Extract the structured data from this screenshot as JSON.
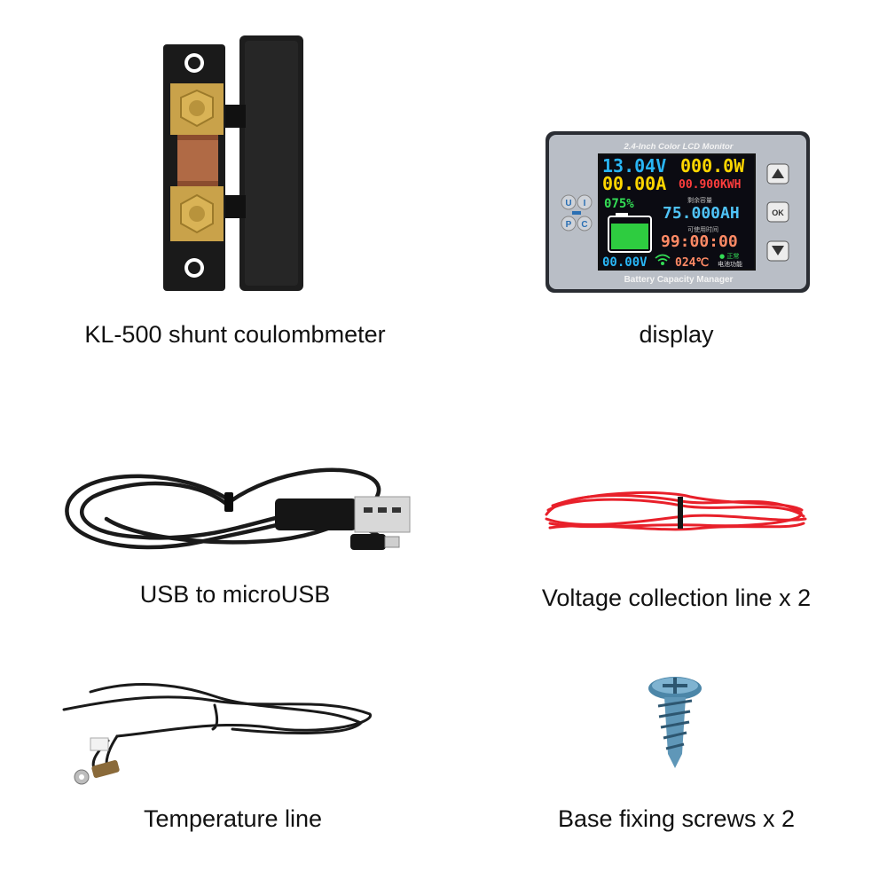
{
  "items": {
    "shunt": {
      "caption": "KL-500 shunt coulombmeter"
    },
    "display": {
      "caption": "display",
      "device": {
        "header": "2.4-Inch Color LCD Monitor",
        "footer": "Battery Capacity Manager",
        "voltage": "13.04V",
        "power": "000.0W",
        "current": "00.00A",
        "energy": "00.900KWH",
        "percent": "075%",
        "remaining_label": "剩余容量",
        "capacity": "75.000AH",
        "time_label": "可使用时间",
        "time": "99:00:00",
        "small_voltage": "00.00V",
        "temperature": "024℃",
        "status_1": "● 正常",
        "status_2": "电池功能",
        "left_buttons": [
          "U",
          "I",
          "P",
          "C"
        ],
        "ok_label": "OK"
      }
    },
    "usb": {
      "caption": "USB to microUSB"
    },
    "red_wire": {
      "caption": "Voltage collection line x 2"
    },
    "temp_line": {
      "caption": "Temperature line"
    },
    "screw": {
      "caption": "Base fixing screws x 2"
    }
  },
  "colors": {
    "voltage": "#29b6f6",
    "power": "#ffd600",
    "current": "#ffd600",
    "energy": "#ff3d3d",
    "percent": "#33dd55",
    "capacity": "#4fc3f7",
    "time": "#ff8a65",
    "panel": "#b9bec6"
  }
}
